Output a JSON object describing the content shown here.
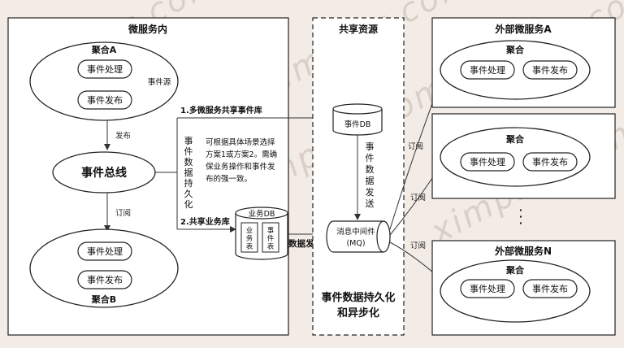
{
  "sections": {
    "inner": "微服务内",
    "shared": "共享资源",
    "external_a": "外部微服务A",
    "external_n": "外部微服务N",
    "shared_footer_line1": "事件数据持久化",
    "shared_footer_line2": "和异步化"
  },
  "aggregate_a": {
    "title": "聚合A",
    "event_source": "事件源",
    "handle": "事件处理",
    "publish": "事件发布"
  },
  "aggregate_b": {
    "title": "聚合B",
    "handle": "事件处理",
    "publish": "事件发布"
  },
  "event_bus": "事件总线",
  "labels": {
    "publish": "发布",
    "subscribe": "订阅",
    "option1": "1.多微服务共享事件库",
    "option2": "2.共享业务库",
    "persist_vertical": "事件数据持久化",
    "note_line1": "可根据具体场景选择",
    "note_line2": "方案1或方案2。需确",
    "note_line3": "保业务操作和事件发",
    "note_line4": "布的强一致。",
    "data_send_h": "数据发送",
    "data_send_v": "事件数据发送",
    "sub_a": "订阅",
    "sub_mid": "订阅",
    "sub_n": "订阅",
    "dots": "·  ·  ·"
  },
  "event_db": "事件DB",
  "business_db": {
    "title": "业务DB",
    "table1": "业务表",
    "table2": "事件表"
  },
  "mq": {
    "line1": "消息中间件",
    "line2": "(MQ)"
  },
  "external": [
    {
      "aggregate": "聚合",
      "handle": "事件处理",
      "publish": "事件发布"
    },
    {
      "aggregate": "聚合",
      "handle": "事件处理",
      "publish": "事件发布"
    },
    {
      "aggregate": "聚合",
      "handle": "事件处理",
      "publish": "事件发布"
    }
  ],
  "watermark": "ximplez.com"
}
